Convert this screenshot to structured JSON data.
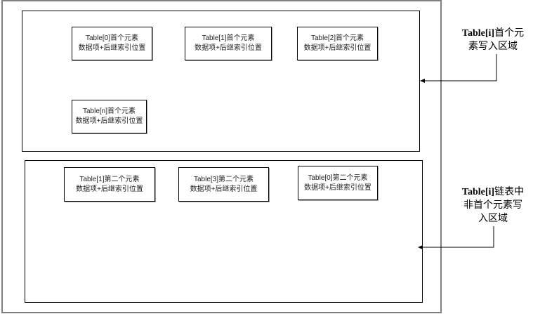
{
  "regions": {
    "first": {
      "nodes": [
        {
          "title": "Table[0]首个元素",
          "body": "数据项+后继索引位置"
        },
        {
          "title": "Table[1]首个元素",
          "body": "数据项+后继索引位置"
        },
        {
          "title": "Table[2]首个元素",
          "body": "数据项+后继索引位置"
        },
        {
          "title": "Table[n]首个元素",
          "body": "数据项+后继索引位置"
        }
      ],
      "label": {
        "bold": "Table[i]",
        "line1": "首个元",
        "line2": "素写入区域"
      }
    },
    "second": {
      "nodes": [
        {
          "title": "Table[1]第二个元素",
          "body": "数据项+后继索引位置"
        },
        {
          "title": "Table[3]第二个元素",
          "body": "数据项+后继索引位置"
        },
        {
          "title": "Table[0]第二个元素",
          "body": "数据项+后继索引位置"
        }
      ],
      "label": {
        "bold": "Table[i]",
        "line1": "链表中",
        "line2": "非首个元素写",
        "line3": "入区域"
      }
    }
  }
}
